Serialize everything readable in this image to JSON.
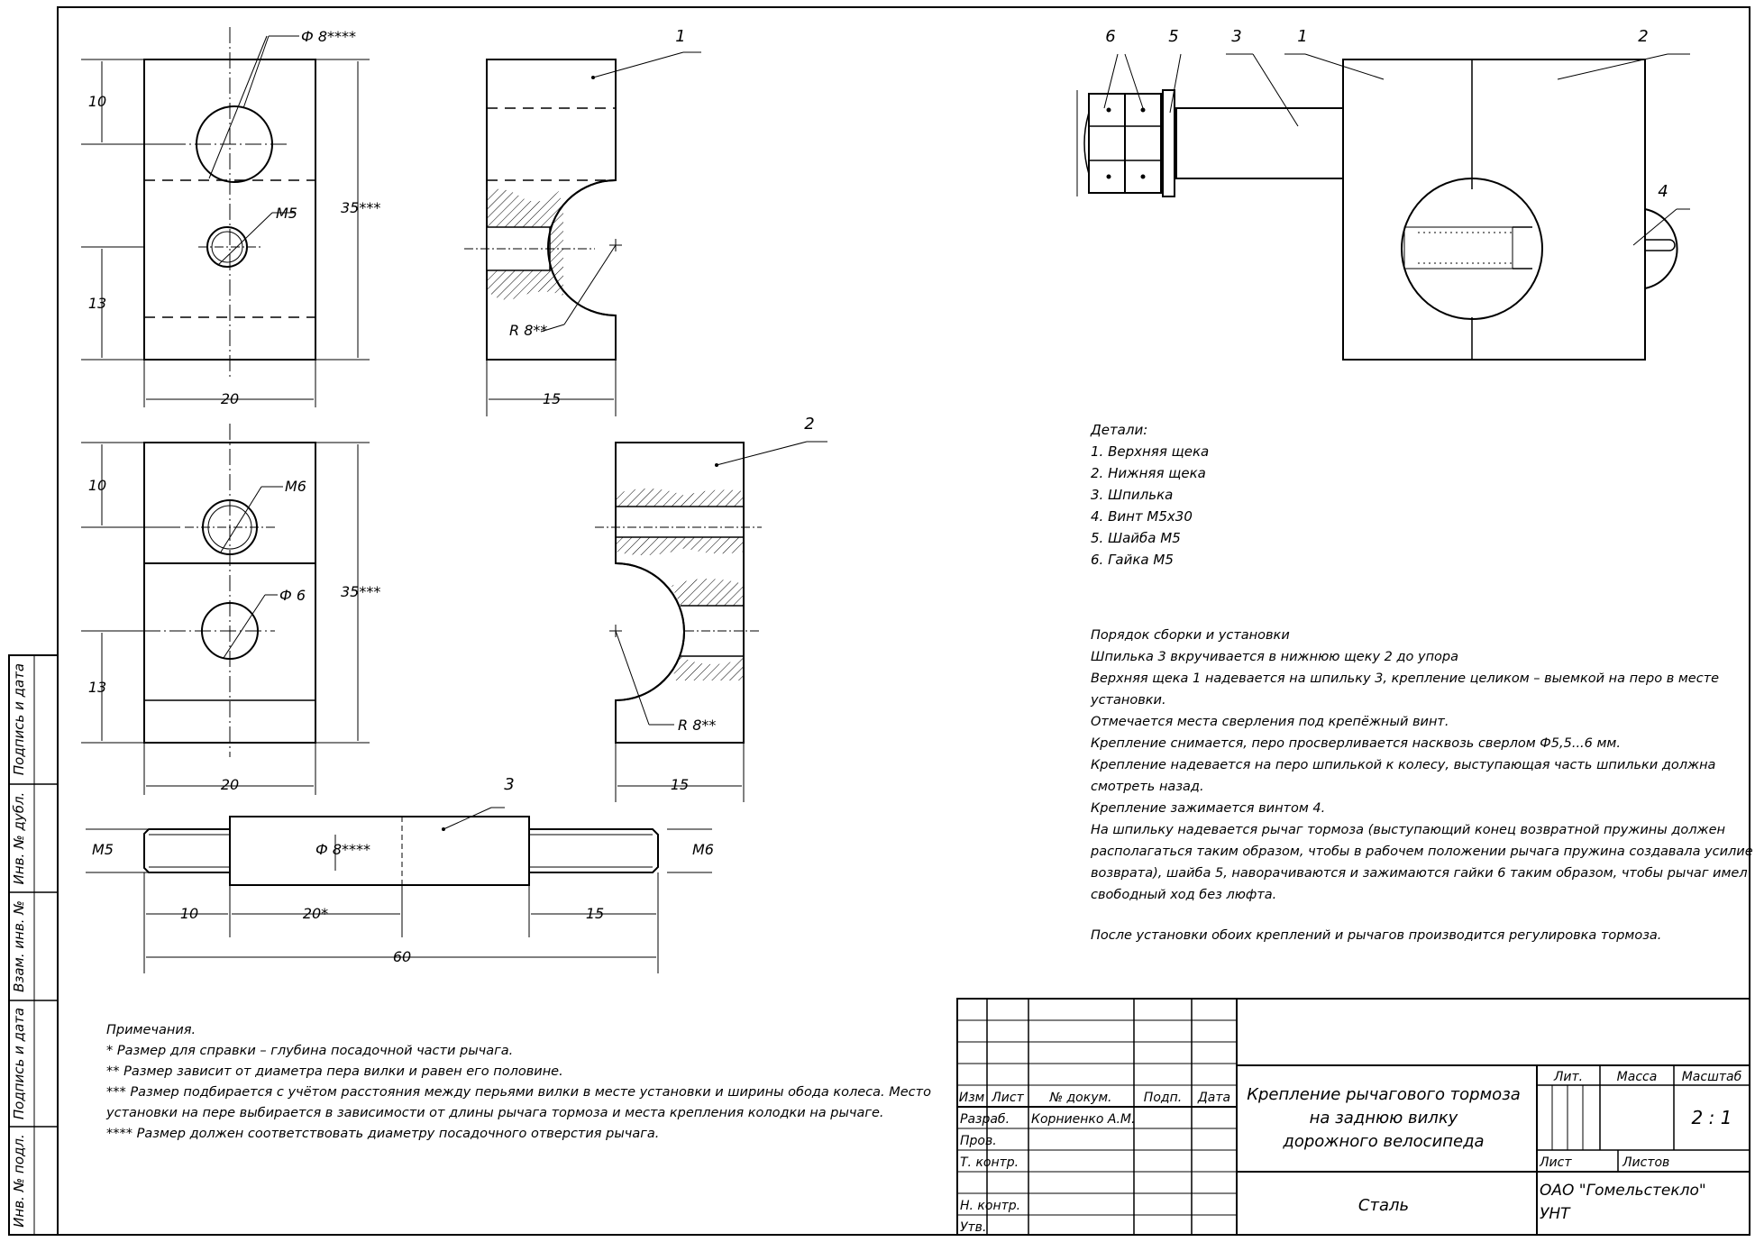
{
  "drawing": {
    "views": {
      "upper_cheek": {
        "dims": {
          "h_top": "10",
          "h_bottom": "13",
          "height": "35***",
          "width": "20",
          "depth": "15"
        },
        "callouts": {
          "phi": "Ф 8****",
          "thread": "М5",
          "radius": "R 8**",
          "part": "1"
        }
      },
      "lower_cheek": {
        "dims": {
          "h_top": "10",
          "h_bottom": "13",
          "height": "35***",
          "width": "20",
          "depth": "15"
        },
        "callouts": {
          "thread": "М6",
          "phi": "Ф 6",
          "radius": "R 8**",
          "part": "2"
        }
      },
      "stud": {
        "dims": {
          "left_thread": "М5",
          "right_thread": "М6",
          "phi": "Ф 8****",
          "len_left": "10",
          "len_mid": "20*",
          "len_right": "15",
          "len_total": "60"
        },
        "callouts": {
          "part": "3"
        }
      },
      "assembly": {
        "callouts": [
          "6",
          "5",
          "3",
          "1",
          "2",
          "4"
        ]
      }
    },
    "parts_title": "Детали:",
    "parts": [
      "1. Верхняя щека",
      "2. Нижняя щека",
      "3. Шпилька",
      "4. Винт М5х30",
      "5. Шайба М5",
      "6. Гайка М5"
    ],
    "assembly_title": "Порядок сборки и установки",
    "assembly_lines": [
      "Шпилька 3 вкручивается в нижнюю щеку 2 до упора",
      "Верхняя щека 1 надевается на шпильку 3, крепление целиком – выемкой на перо в месте",
      "установки.",
      "Отмечается места сверления под крепёжный винт.",
      "Крепление снимается, перо просверливается насквозь сверлом Ф5,5...6 мм.",
      "Крепление надевается на перо шпилькой к колесу, выступающая часть шпильки должна",
      "смотреть назад.",
      "Крепление зажимается винтом 4.",
      "На шпильку надевается рычаг тормоза (выступающий конец возвратной пружины должен",
      "располагаться таким образом, чтобы в рабочем положении рычага пружина создавала усилие",
      "возврата), шайба 5, наворачиваются и зажимаются гайки 6 таким образом, чтобы рычаг имел",
      "свободный ход без люфта."
    ],
    "assembly_final": "После установки обоих креплений и рычагов производится регулировка тормоза.",
    "notes_title": "Примечания.",
    "notes": [
      "* Размер для справки – глубина посадочной части рычага.",
      "** Размер зависит от диаметра пера вилки и равен его половине.",
      "*** Размер подбирается с учётом расстояния между перьями вилки в месте установки и ширины обода колеса. Место",
      "установки на пере выбирается в зависимости от длины рычага тормоза и места крепления колодки на рычаге.",
      "**** Размер должен соответствовать диаметру посадочного отверстия рычага."
    ]
  },
  "title_block": {
    "col_headers": [
      "Изм",
      "Лист",
      "№ докум.",
      "Подп.",
      "Дата"
    ],
    "rows": [
      "Разраб.",
      "Пров.",
      "Т. контр.",
      "",
      "Н. контр.",
      "Утв."
    ],
    "author": "Корниенко А.М.",
    "title_lines": [
      "Крепление рычагового тормоза",
      "на заднюю вилку",
      "дорожного велосипеда"
    ],
    "material": "Сталь",
    "lit_label": "Лит.",
    "mass_label": "Масса",
    "scale_label": "Масштаб",
    "scale": "2 : 1",
    "sheet_label": "Лист",
    "sheets_label": "Листов",
    "org_lines": [
      "ОАО \"Гомельстекло\"",
      "УНТ"
    ]
  },
  "side_stamp": [
    "Подпись и дата",
    "Инв. № дубл.",
    "Взам. инв. №",
    "Подпись и дата",
    "Инв. № подл."
  ]
}
